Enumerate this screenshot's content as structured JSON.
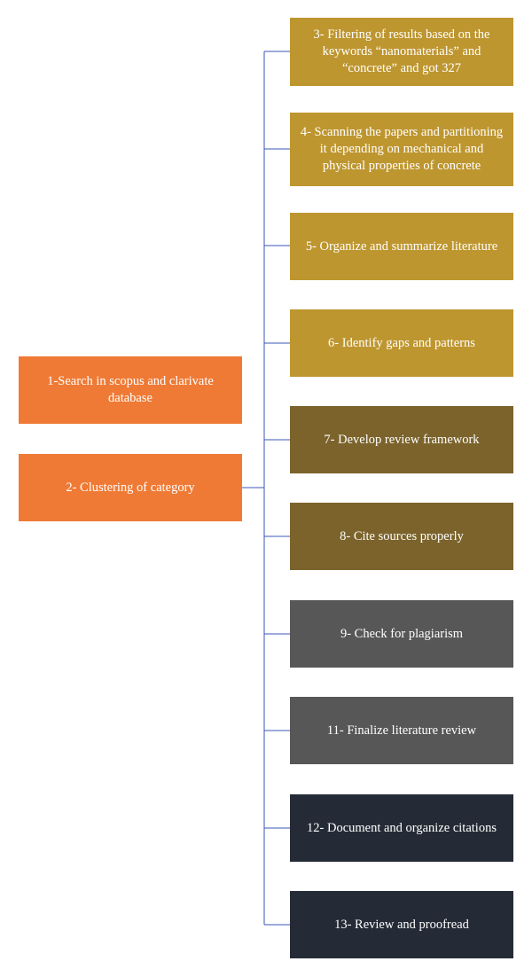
{
  "colors": {
    "orange": "#ef7a35",
    "gold": "#be962f",
    "brown": "#7b632b",
    "gray": "#575757",
    "navy": "#252b36",
    "connector": "#3b57b5"
  },
  "left_steps": [
    {
      "label": "1-Search in scopus and clarivate database"
    },
    {
      "label": "2- Clustering of category"
    }
  ],
  "right_steps": [
    {
      "label": "3- Filtering of results based on the keywords “nanomaterials” and “concrete” and got 327",
      "color": "gold"
    },
    {
      "label": "4- Scanning the papers and partitioning it depending on mechanical and physical properties of concrete",
      "color": "gold"
    },
    {
      "label": "5- Organize and summarize literature",
      "color": "gold"
    },
    {
      "label": "6- Identify gaps and patterns",
      "color": "gold"
    },
    {
      "label": "7- Develop review framework",
      "color": "brown"
    },
    {
      "label": "8- Cite sources properly",
      "color": "brown"
    },
    {
      "label": "9- Check for plagiarism",
      "color": "gray"
    },
    {
      "label": "11- Finalize literature review",
      "color": "gray"
    },
    {
      "label": "12- Document and organize citations",
      "color": "navy"
    },
    {
      "label": "13- Review and proofread",
      "color": "navy"
    }
  ]
}
